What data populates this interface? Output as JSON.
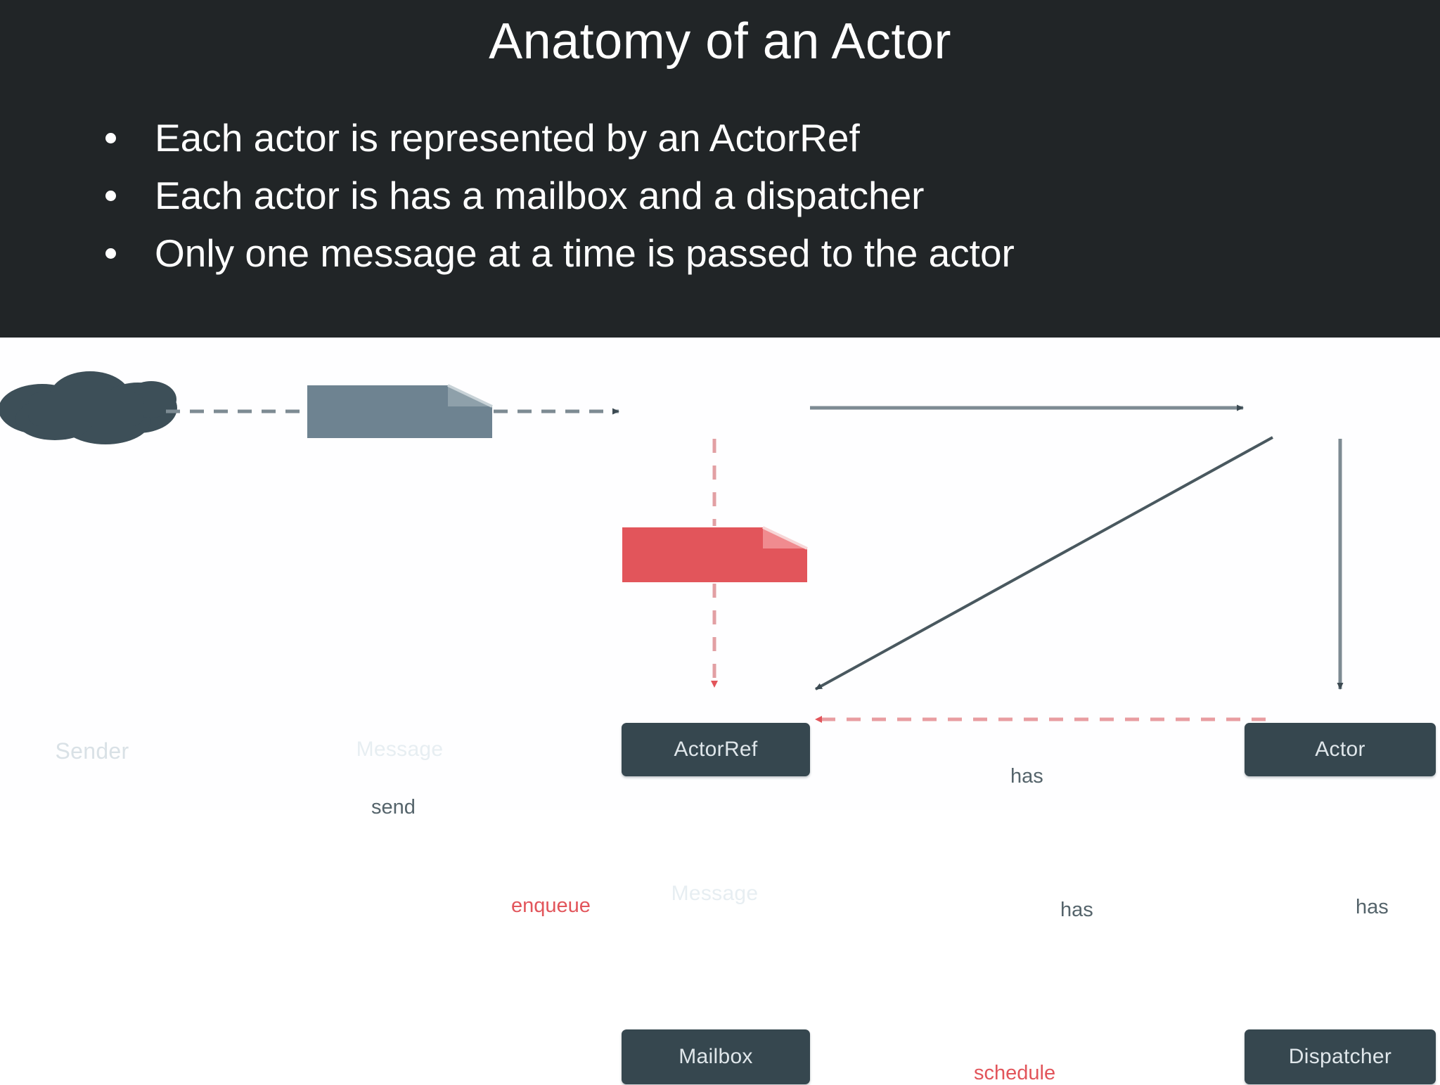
{
  "slide": {
    "title": "Anatomy of an Actor",
    "bullets": [
      "Each actor is represented by an ActorRef",
      "Each actor is has a mailbox and a dispatcher",
      "Only one message at a time is passed to the actor"
    ]
  },
  "diagram": {
    "nodes": {
      "sender": "Sender",
      "message_send": "Message",
      "actorref": "ActorRef",
      "actor": "Actor",
      "message_enqueue": "Message",
      "mailbox": "Mailbox",
      "dispatcher": "Dispatcher"
    },
    "edge_labels": {
      "send": "send",
      "has_actorref_actor": "has",
      "enqueue": "enqueue",
      "has_actor_mailbox": "has",
      "has_actor_dispatcher": "has",
      "schedule": "schedule"
    }
  },
  "colors": {
    "header_bg": "#212527",
    "canvas_bg": "#fefeff",
    "node_dark": "#36474f",
    "node_gray": "#6e8391",
    "accent_red": "#e2555b",
    "edge_gray": "#7d8b93",
    "text_light": "#dfe6ea",
    "title_text": "#ffffff"
  }
}
